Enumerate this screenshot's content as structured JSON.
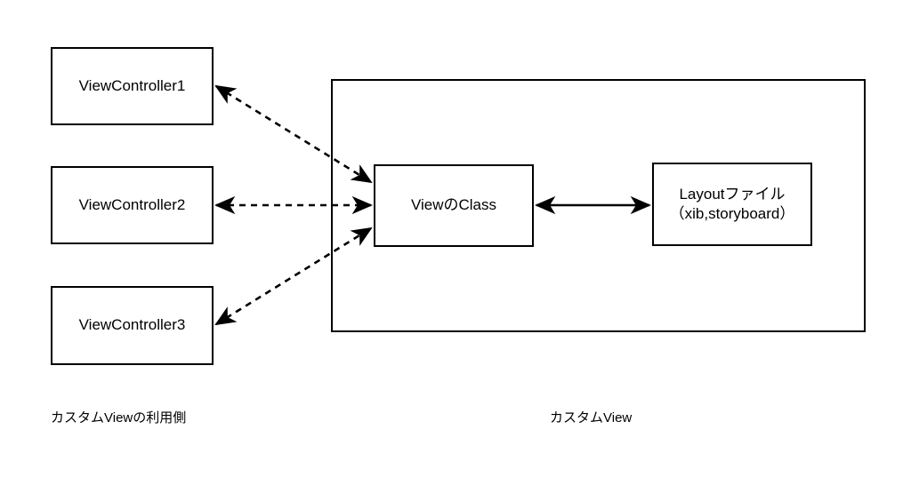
{
  "diagram": {
    "title_caption_left": "カスタムViewの利用側",
    "title_caption_right": "カスタムView",
    "colors": {
      "stroke": "#000000",
      "background": "#ffffff",
      "text": "#000000"
    },
    "boxes": {
      "view_controller_1": "ViewController1",
      "view_controller_2": "ViewController2",
      "view_controller_3": "ViewController3",
      "view_class": "ViewのClass",
      "layout_file_line1": "Layoutファイル",
      "layout_file_line2": "（xib,storyboard）"
    },
    "connections": [
      {
        "name": "vc1-to-view-class",
        "from": "ViewController1",
        "to": "ViewのClass",
        "style": "dashed",
        "arrows": "both"
      },
      {
        "name": "vc2-to-view-class",
        "from": "ViewController2",
        "to": "ViewのClass",
        "style": "dashed",
        "arrows": "both"
      },
      {
        "name": "vc3-to-view-class",
        "from": "ViewController3",
        "to": "ViewのClass",
        "style": "dashed",
        "arrows": "both"
      },
      {
        "name": "view-class-to-layout-file",
        "from": "ViewのClass",
        "to": "Layoutファイル",
        "style": "solid",
        "arrows": "both"
      }
    ]
  }
}
